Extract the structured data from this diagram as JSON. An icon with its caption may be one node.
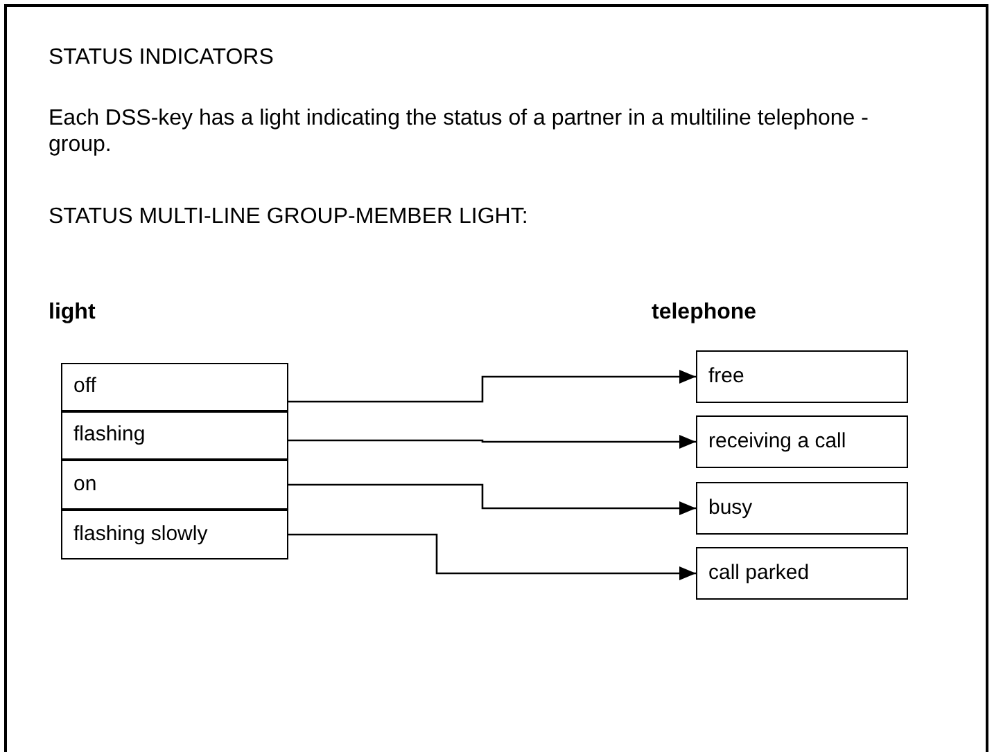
{
  "diagram": {
    "title": "STATUS INDICATORS",
    "nodes": [
      {
        "text": [
          "off"
        ]
      },
      {
        "text": [
          "flashing"
        ]
      },
      {
        "text": [
          "on"
        ]
      },
      {
        "text": [
          "flashing slowly"
        ]
      },
      {
        "text": [
          "free"
        ]
      },
      {
        "text": [
          "receiving a call"
        ]
      },
      {
        "text": [
          "busy"
        ]
      },
      {
        "text": [
          "call parked"
        ]
      }
    ],
    "edges": [
      {
        "from": 0,
        "to": 4,
        "arrow": "to"
      },
      {
        "from": 1,
        "to": 5,
        "arrow": "to"
      },
      {
        "from": 2,
        "to": 6,
        "arrow": "to"
      },
      {
        "from": 3,
        "to": 7,
        "arrow": "to"
      }
    ],
    "labels": [
      "Each DSS-key has a light indicating the status of a partner in a multiline telephone -group.",
      "STATUS MULTI-LINE GROUP-MEMBER LIGHT:",
      "light",
      "telephone"
    ]
  }
}
